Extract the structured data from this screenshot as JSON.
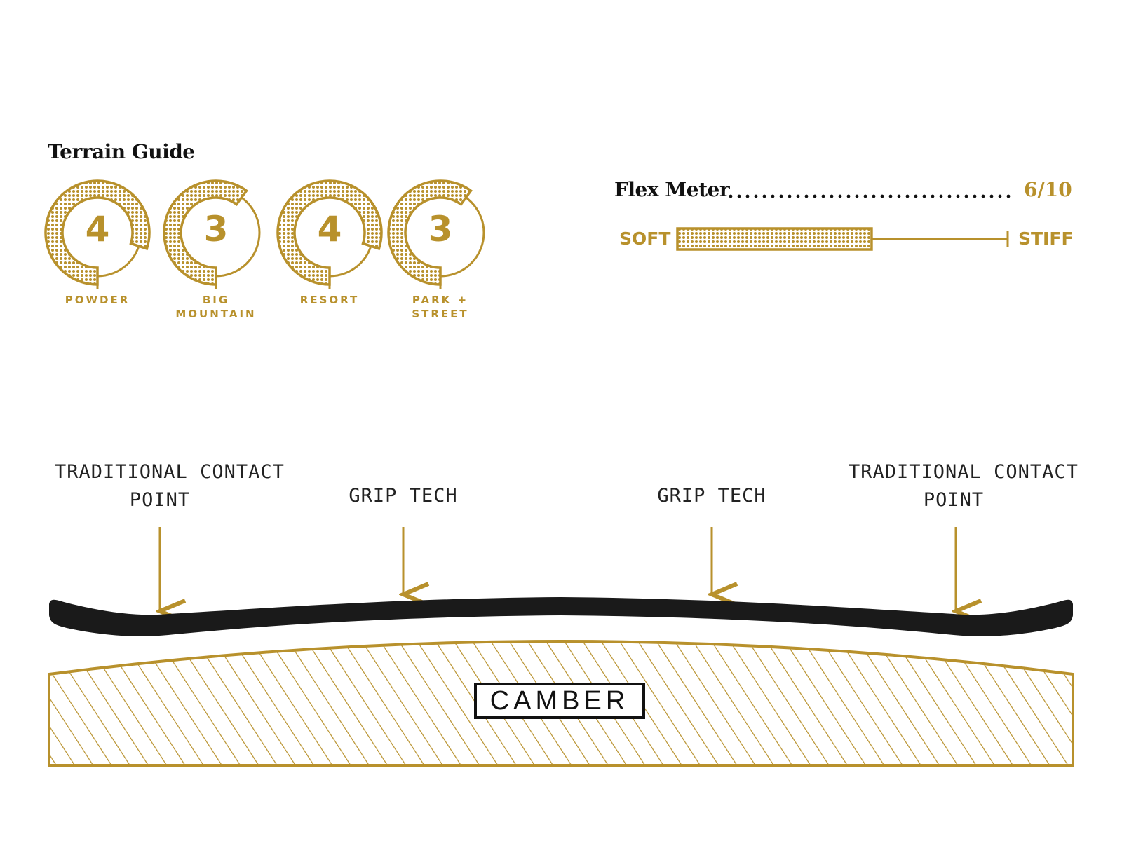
{
  "colors": {
    "gold": "#B8912C",
    "dark": "#111111"
  },
  "terrain_guide": {
    "title": "Terrain Guide",
    "max_rating": 5,
    "items": [
      {
        "label": "POWDER",
        "rating": 4
      },
      {
        "label": "BIG MOUNTAIN",
        "rating": 3
      },
      {
        "label": "RESORT",
        "rating": 4
      },
      {
        "label": "PARK + STREET",
        "rating": 3
      }
    ]
  },
  "flex_meter": {
    "title": "Flex Meter",
    "score": "6/10",
    "value": 6,
    "max": 10,
    "soft_label": "SOFT",
    "stiff_label": "STIFF"
  },
  "profile": {
    "callouts": [
      "TRADITIONAL CONTACT POINT",
      "GRIP TECH",
      "GRIP TECH",
      "TRADITIONAL CONTACT POINT"
    ],
    "camber_label": "CAMBER"
  }
}
